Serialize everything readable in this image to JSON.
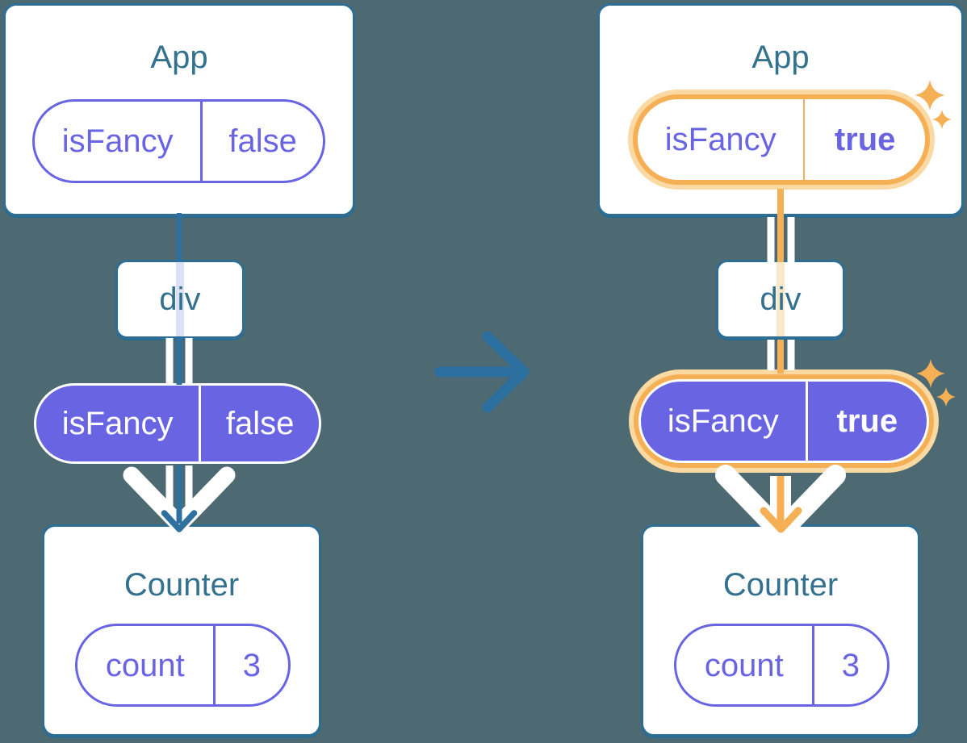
{
  "colors": {
    "background": "#4D6972",
    "card_border": "#2E6E94",
    "title_text": "#33718F",
    "purple": "#6965E2",
    "blue_line": "#2E709F",
    "orange": "#F5B056",
    "orange_glow": "#FAD9A2",
    "orange_pale_passline": "#FBE8C9",
    "blue_pale_passline": "#DCE1F5",
    "white": "#FFFFFF"
  },
  "before": {
    "app": {
      "title": "App",
      "state_pill": {
        "key": "isFancy",
        "value": "false"
      }
    },
    "div_box": {
      "label": "div"
    },
    "prop_pill": {
      "key": "isFancy",
      "value": "false"
    },
    "counter": {
      "title": "Counter",
      "state_pill": {
        "key": "count",
        "value": "3"
      }
    }
  },
  "after": {
    "app": {
      "title": "App",
      "state_pill": {
        "key": "isFancy",
        "value": "true"
      }
    },
    "div_box": {
      "label": "div"
    },
    "prop_pill": {
      "key": "isFancy",
      "value": "true"
    },
    "counter": {
      "title": "Counter",
      "state_pill": {
        "key": "count",
        "value": "3"
      }
    }
  },
  "icons": {
    "transition_arrow": "right-arrow",
    "sparkles": "sparkle-4-point"
  }
}
